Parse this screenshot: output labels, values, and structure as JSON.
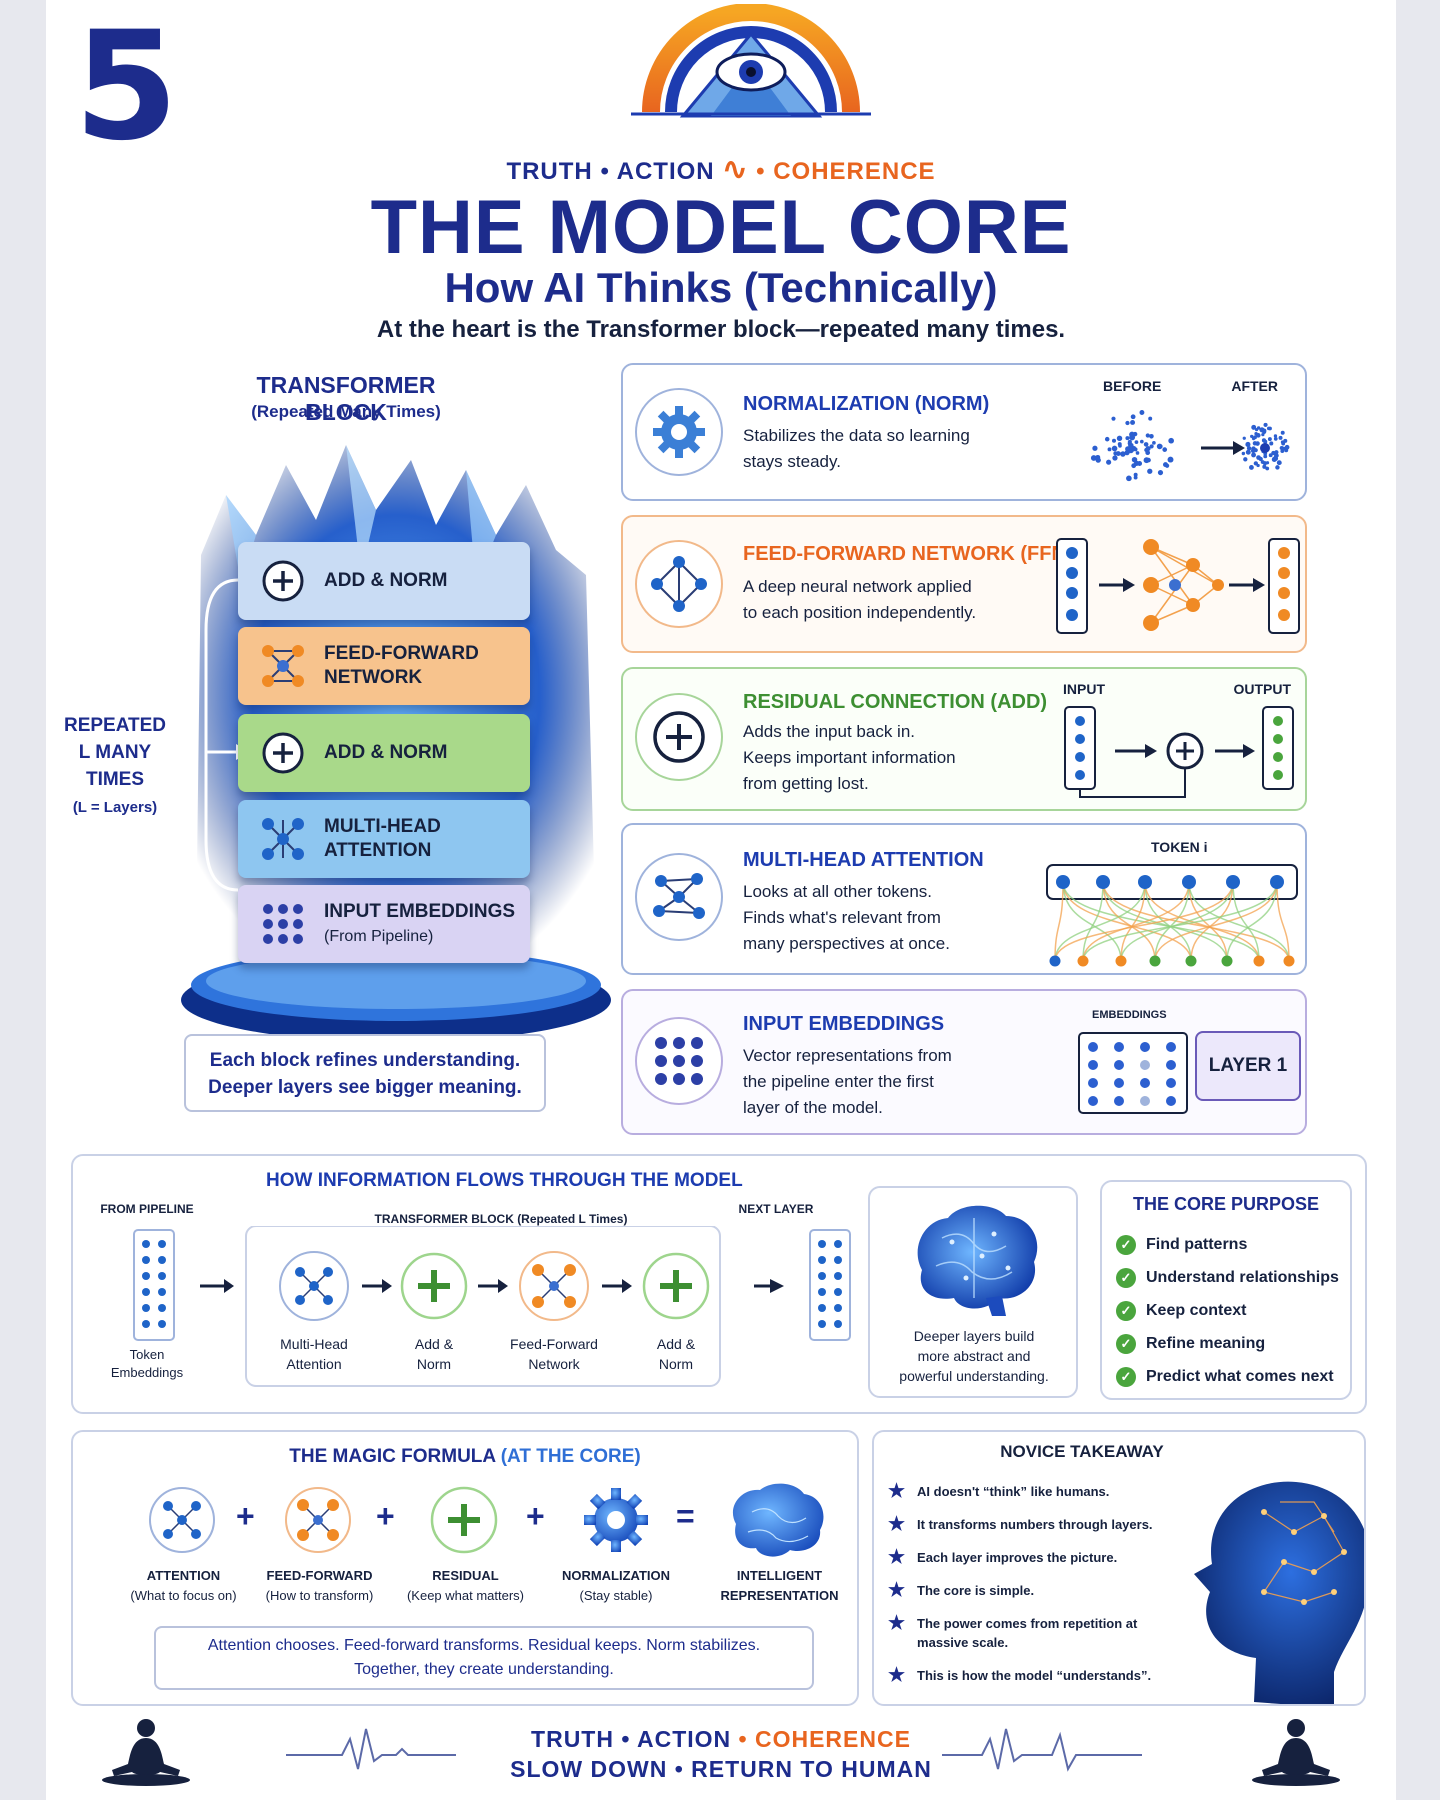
{
  "page_number": "5",
  "tagline": {
    "truth": "TRUTH",
    "sep1": "•",
    "action": "ACTION",
    "sep2": "•",
    "coherence": "COHERENCE"
  },
  "title": "THE MODEL CORE",
  "subtitle": "How AI Thinks (Technically)",
  "lead": "At the heart is the Transformer block—repeated many times.",
  "transformer_block": {
    "title": "TRANSFORMER BLOCK",
    "subtitle": "(Repeated Many Times)",
    "repeated_label": [
      "REPEATED",
      "L MANY",
      "TIMES"
    ],
    "repeated_note": "(L = Layers)",
    "layers": [
      {
        "line1": "ADD & NORM",
        "line2": "",
        "color": "#c9dcf4",
        "icon": "plus-icon"
      },
      {
        "line1": "FEED-FORWARD",
        "line2": "NETWORK",
        "color": "#f7c38d",
        "icon": "network-icon"
      },
      {
        "line1": "ADD & NORM",
        "line2": "",
        "color": "#a9d98a",
        "icon": "plus-icon"
      },
      {
        "line1": "MULTI-HEAD",
        "line2": "ATTENTION",
        "color": "#8ec6f0",
        "icon": "attention-icon"
      },
      {
        "line1": "INPUT EMBEDDINGS",
        "line2": "(From Pipeline)",
        "color": "#d9d3f3",
        "icon": "dots-grid-icon"
      }
    ],
    "caption": [
      "Each block refines understanding.",
      "Deeper layers see bigger meaning."
    ]
  },
  "cards": [
    {
      "id": "norm",
      "title": "NORMALIZATION (NORM)",
      "desc": [
        "Stabilizes the data so learning",
        "stays steady."
      ],
      "labels": [
        "BEFORE",
        "AFTER"
      ],
      "accent": "#1d3cb0",
      "border": "#9fb3dc"
    },
    {
      "id": "ffn",
      "title": "FEED-FORWARD NETWORK (FFN)",
      "desc": [
        "A deep neural network applied",
        "to each position independently."
      ],
      "labels": [],
      "accent": "#e8651f",
      "border": "#f2b98a"
    },
    {
      "id": "residual",
      "title": "RESIDUAL CONNECTION (ADD)",
      "desc": [
        "Adds the input back in.",
        "Keeps important information",
        "from getting lost."
      ],
      "labels": [
        "INPUT",
        "OUTPUT"
      ],
      "accent": "#3d8f32",
      "border": "#a7d59a"
    },
    {
      "id": "attention",
      "title": "MULTI-HEAD ATTENTION",
      "desc": [
        "Looks at all other tokens.",
        "Finds what's relevant from",
        "many perspectives at once."
      ],
      "labels": [
        "TOKEN i"
      ],
      "accent": "#1d3cb0",
      "border": "#9fb3dc"
    },
    {
      "id": "embeddings",
      "title": "INPUT EMBEDDINGS",
      "desc": [
        "Vector representations from",
        "the pipeline enter the first",
        "layer of the model."
      ],
      "labels": [
        "EMBEDDINGS",
        "LAYER 1"
      ],
      "accent": "#1d3cb0",
      "border": "#b8addf"
    }
  ],
  "flow": {
    "title": "HOW INFORMATION FLOWS THROUGH THE MODEL",
    "from_pipeline": "FROM PIPELINE",
    "block_label": "TRANSFORMER BLOCK (Repeated L Times)",
    "next_layer": "NEXT LAYER",
    "token_embeddings": [
      "Token",
      "Embeddings"
    ],
    "steps": [
      {
        "line1": "Multi-Head",
        "line2": "Attention"
      },
      {
        "line1": "Add &",
        "line2": "Norm"
      },
      {
        "line1": "Feed-Forward",
        "line2": "Network"
      },
      {
        "line1": "Add &",
        "line2": "Norm"
      }
    ],
    "brain_caption": [
      "Deeper layers build",
      "more abstract and",
      "powerful understanding."
    ]
  },
  "core_purpose": {
    "title": "THE CORE PURPOSE",
    "items": [
      "Find patterns",
      "Understand relationships",
      "Keep context",
      "Refine meaning",
      "Predict what comes next"
    ]
  },
  "formula": {
    "title": "THE MAGIC FORMULA",
    "title_suffix": "(AT THE CORE)",
    "terms": [
      {
        "line1": "ATTENTION",
        "line2": "(What to focus on)"
      },
      {
        "line1": "FEED-FORWARD",
        "line2": "(How to transform)"
      },
      {
        "line1": "RESIDUAL",
        "line2": "(Keep what matters)"
      },
      {
        "line1": "NORMALIZATION",
        "line2": "(Stay stable)"
      },
      {
        "line1": "INTELLIGENT",
        "line2": "REPRESENTATION"
      }
    ],
    "ops": [
      "+",
      "+",
      "+",
      "="
    ],
    "note": [
      "Attention chooses. Feed-forward transforms. Residual keeps. Norm stabilizes.",
      "Together, they create understanding."
    ]
  },
  "takeaway": {
    "title": "NOVICE TAKEAWAY",
    "items": [
      "AI doesn't “think” like humans.",
      "It transforms numbers through layers.",
      "Each layer improves the picture.",
      "The core is simple.",
      "The power comes from repetition at massive scale.",
      "This is how the model “understands”."
    ]
  },
  "footer": {
    "truth": "TRUTH",
    "dot1": "•",
    "action": "ACTION",
    "dot2": "•",
    "coherence": "COHERENCE",
    "line2a": "SLOW DOWN",
    "dot3": "•",
    "line2b": "RETURN TO HUMAN"
  }
}
